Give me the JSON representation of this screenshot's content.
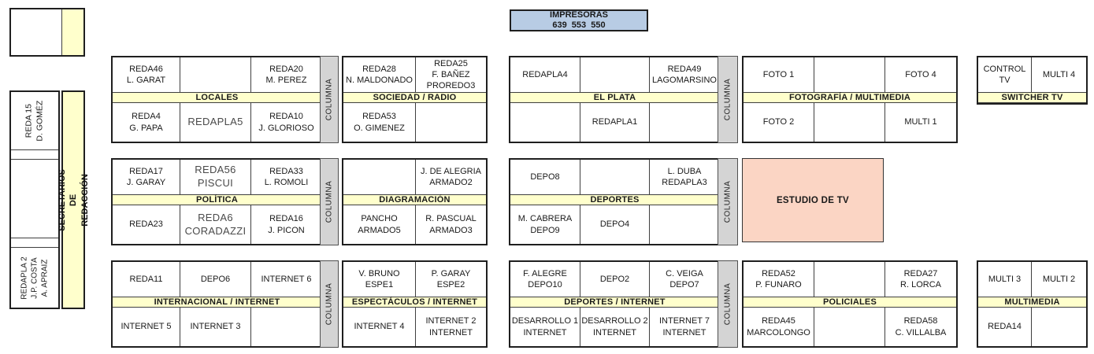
{
  "impresoras": {
    "line1": "IMPRESORAS",
    "line2": "639  553  550"
  },
  "secretarios": {
    "strip": "SECRETARIOS DE REDACCIÓN",
    "cell_top": "REDA 15\nD. GOMÉZ",
    "cell_bottom": "REDAPLA 2\nJ.P. COSTA\nA. APRAIZ"
  },
  "columna_label": "COLUMNA",
  "estudio_tv": {
    "label": "ESTUDIO DE TV"
  },
  "blocks": {
    "locales": {
      "header": "LOCALES",
      "top": [
        "REDA46\nL. GARAT",
        "",
        "REDA20\nM. PEREZ"
      ],
      "bottom": [
        "REDA4\nG. PAPA",
        "REDAPLA5",
        "REDA10\nJ. GLORIOSO"
      ]
    },
    "sociedad": {
      "header": "SOCIEDAD / RADIO",
      "top": [
        "REDA28\nN. MALDONADO",
        "REDA25\nF. BAÑEZ\nPROREDO3"
      ],
      "bottom": [
        "REDA53\nO. GIMENEZ",
        ""
      ]
    },
    "el_plata": {
      "header": "EL PLATA",
      "top": [
        "REDAPLA4",
        "",
        "REDA49\nLAGOMARSINO"
      ],
      "bottom": [
        "",
        "REDAPLA1",
        ""
      ]
    },
    "fotografia": {
      "header": "FOTOGRAFÍA / MULTIMEDIA",
      "top": [
        "FOTO 1",
        "",
        "FOTO 4"
      ],
      "bottom": [
        "FOTO 2",
        "",
        "MULTI 1"
      ]
    },
    "switcher": {
      "header": "SWITCHER TV",
      "top": [
        "CONTROL TV",
        "MULTI 4"
      ]
    },
    "politica": {
      "header": "POLÍTICA",
      "top": [
        "REDA17\nJ. GARAY",
        "REDA56\nPISCUI",
        "REDA33\nL. ROMOLI"
      ],
      "bottom": [
        "REDA23",
        "REDA6\nCORADAZZI",
        "REDA16\nJ. PICON"
      ]
    },
    "diagramacion": {
      "header": "DIAGRAMACIÓN",
      "top": [
        "",
        "J. DE ALEGRIA\nARMADO2"
      ],
      "bottom": [
        "PANCHO\nARMADO5",
        "R. PASCUAL\nARMADO3"
      ]
    },
    "deportes": {
      "header": "DEPORTES",
      "top": [
        "DEPO8",
        "",
        "L. DUBA\nREDAPLA3"
      ],
      "bottom": [
        "M. CABRERA\nDEPO9",
        "DEPO4",
        ""
      ]
    },
    "internacional": {
      "header": "INTERNACIONAL / INTERNET",
      "top": [
        "REDA11",
        "DEPO6",
        "INTERNET 6"
      ],
      "bottom": [
        "INTERNET 5",
        "INTERNET 3",
        ""
      ]
    },
    "espectaculos": {
      "header": "ESPECTÁCULOS / INTERNET",
      "top": [
        "V. BRUNO\nESPE1",
        "P. GARAY\nESPE2"
      ],
      "bottom": [
        "INTERNET 4",
        "INTERNET 2\nINTERNET"
      ]
    },
    "deportes_internet": {
      "header": "DEPORTES / INTERNET",
      "top": [
        "F. ALEGRE\nDEPO10",
        "DEPO2",
        "C. VEIGA\nDEPO7"
      ],
      "bottom": [
        "DESARROLLO 1\nINTERNET",
        "DESARROLLO 2\nINTERNET",
        "INTERNET 7\nINTERNET"
      ]
    },
    "policiales": {
      "header": "POLICIALES",
      "top": [
        "REDA52\nP. FUNARO",
        "",
        "REDA27\nR. LORCA"
      ],
      "bottom": [
        "REDA45\nMARCOLONGO",
        "",
        "REDA58\nC. VILLALBA"
      ]
    },
    "multimedia": {
      "header": "MULTIMEDIA",
      "top": [
        "MULTI 3",
        "MULTI 2"
      ],
      "bottom": [
        "REDA14",
        ""
      ]
    }
  },
  "colors": {
    "band_yellow": "#ffffcc",
    "columna_gray": "#d4d4d4",
    "estudio_pink": "#fbd5c4",
    "impresoras_blue": "#b8cce4"
  }
}
